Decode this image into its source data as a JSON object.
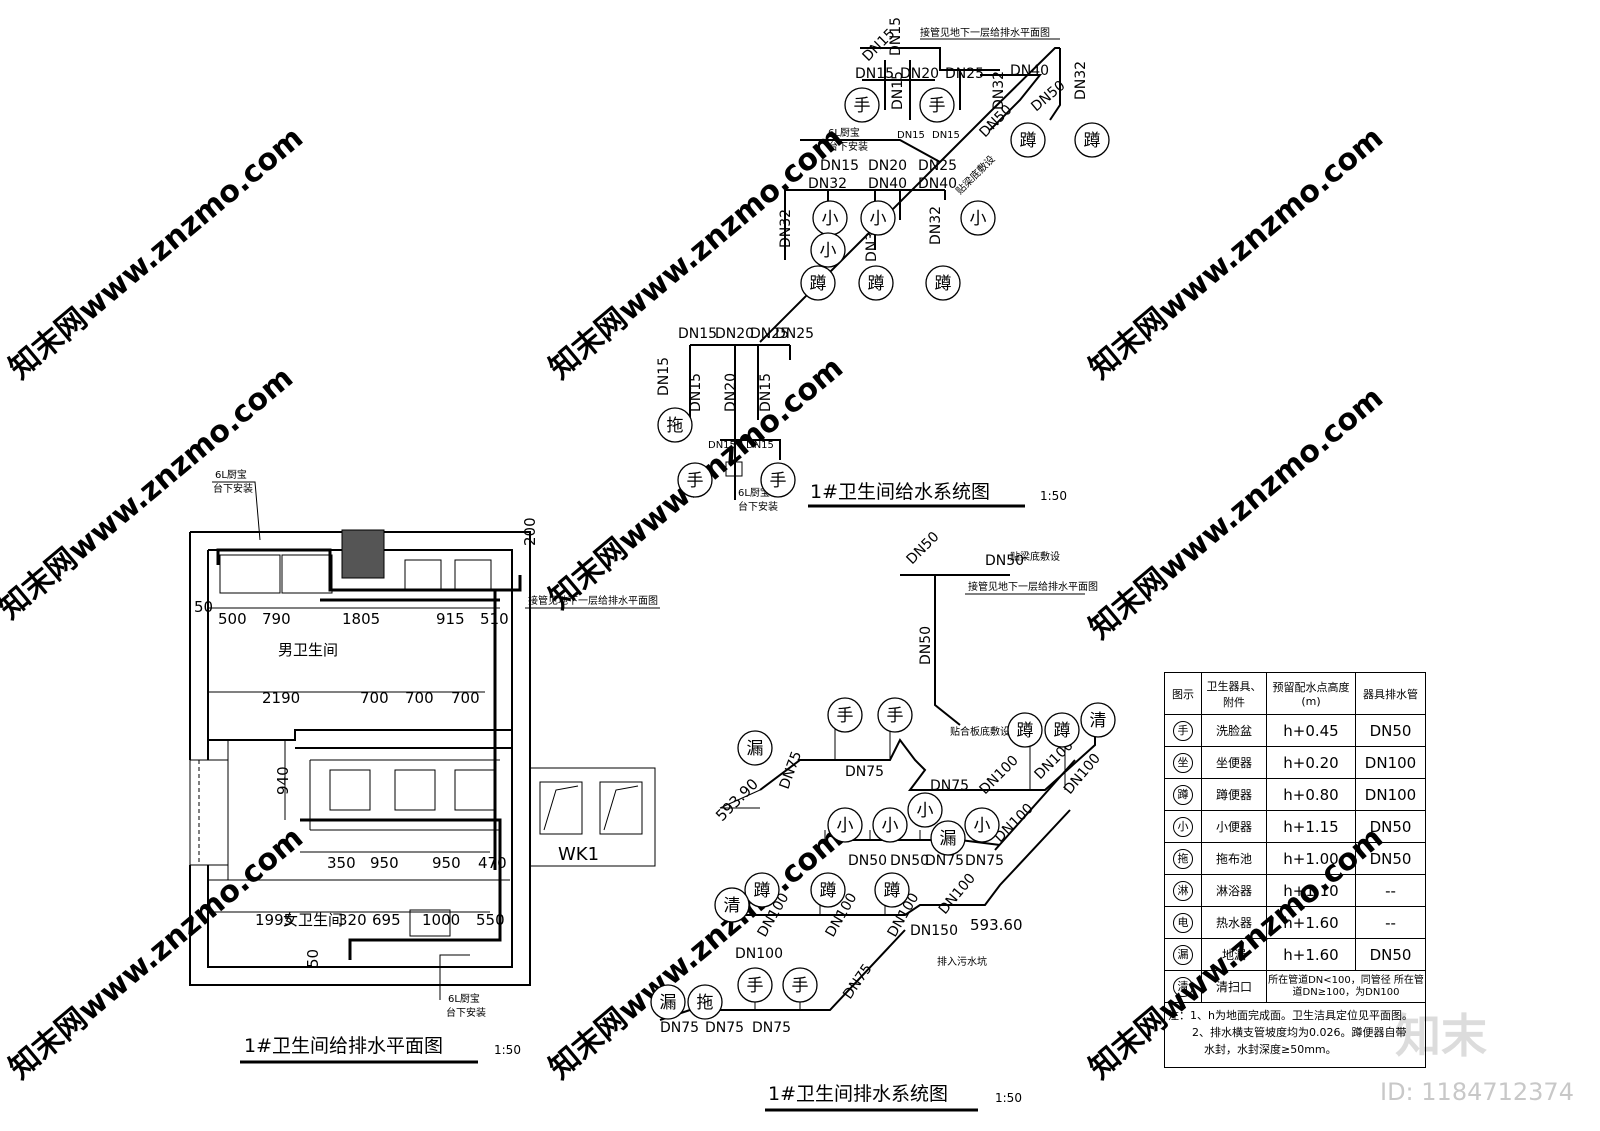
{
  "supply": {
    "title": "1#卫生间给水系统图",
    "scale": "1:50",
    "note_connect": "接管见地下一层给排水平面图",
    "kitchen_note_1": "6L厨宝",
    "kitchen_note_2": "台下安装",
    "labels_top": [
      "DN15",
      "DN15",
      "DN15",
      "DN20",
      "DN25",
      "DN15",
      "DN40",
      "DN32",
      "DN50",
      "DN32",
      "DN50",
      "DN15",
      "DN15",
      "DN15",
      "DN20",
      "DN25",
      "DN32",
      "DN40",
      "DN40",
      "DN32",
      "DN32",
      "DN32",
      "DN15",
      "DN20",
      "DN25",
      "DN25",
      "DN15",
      "DN15",
      "DN20",
      "DN15",
      "DN15",
      "DN15"
    ],
    "laid_note": "贴梁底敷设"
  },
  "drain": {
    "title": "1#卫生间排水系统图",
    "scale": "1:50",
    "note_connect": "接管见地下一层给排水平面图",
    "laid_note": "贴梁底敷设",
    "laid_note2": "贴合板底敷设",
    "sewer_note": "排入污水坑",
    "elev_1": "593.90",
    "elev_2": "593.60",
    "labels": [
      "DN50",
      "DN50",
      "DN50",
      "DN75",
      "DN75",
      "DN75",
      "DN100",
      "DN100",
      "DN100",
      "DN100",
      "DN50",
      "DN50",
      "DN75",
      "DN75",
      "DN100",
      "DN100",
      "DN100",
      "DN100",
      "DN150",
      "DN100",
      "DN75",
      "DN75",
      "DN75",
      "DN75"
    ]
  },
  "plan": {
    "title": "1#卫生间给排水平面图",
    "scale": "1:50",
    "men_room": "男卫生间",
    "women_room": "女卫生间",
    "kitchen_note_1": "6L厨宝",
    "kitchen_note_2": "台下安装",
    "connect_note": "接管见地下一层给排水平面图",
    "dims_row1": [
      "500",
      "790",
      "1805",
      "915",
      "510"
    ],
    "dims_row2": [
      "2190",
      "700",
      "700",
      "700"
    ],
    "dims_row3": [
      "350",
      "950",
      "950",
      "470"
    ],
    "dims_row4": [
      "1995",
      "320",
      "695",
      "1000",
      "550"
    ],
    "dim_940": "940",
    "dim_50a": "50",
    "dim_50b": "50",
    "dim_200": "200",
    "wk": "WK1"
  },
  "symbols": {
    "hand": "手",
    "squat": "蹲",
    "urinal": "小",
    "mop": "拖",
    "drain": "漏",
    "cleanout": "清"
  },
  "table": {
    "headers": [
      "图示",
      "卫生器具、附件",
      "预留配水点高度(m)",
      "器具排水管"
    ],
    "rows": [
      {
        "icon": "手",
        "name": "洗脸盆",
        "height": "h+0.45",
        "pipe": "DN50"
      },
      {
        "icon": "坐",
        "name": "坐便器",
        "height": "h+0.20",
        "pipe": "DN100"
      },
      {
        "icon": "蹲",
        "name": "蹲便器",
        "height": "h+0.80",
        "pipe": "DN100"
      },
      {
        "icon": "小",
        "name": "小便器",
        "height": "h+1.15",
        "pipe": "DN50"
      },
      {
        "icon": "拖",
        "name": "拖布池",
        "height": "h+1.00",
        "pipe": "DN50"
      },
      {
        "icon": "淋",
        "name": "淋浴器",
        "height": "h+1.10",
        "pipe": "--"
      },
      {
        "icon": "电",
        "name": "热水器",
        "height": "h+1.60",
        "pipe": "--"
      },
      {
        "icon": "漏",
        "name": "地漏",
        "height": "h+1.60",
        "pipe": "DN50"
      },
      {
        "icon": "清",
        "name": "清扫口",
        "height": "所在管道DN<100，同管径 所在管道DN≥100，为DN100",
        "pipe": ""
      }
    ],
    "note_1": "注：1、h为地面完成面。卫生洁具定位见平面图。",
    "note_2": "2、排水横支管坡度均为0.026。蹲便器自带",
    "note_3": "水封，水封深度≥50mm。"
  },
  "watermark": {
    "site": "知末网www.znzmo.com",
    "logo": "知末",
    "id": "ID: 1184712374"
  }
}
